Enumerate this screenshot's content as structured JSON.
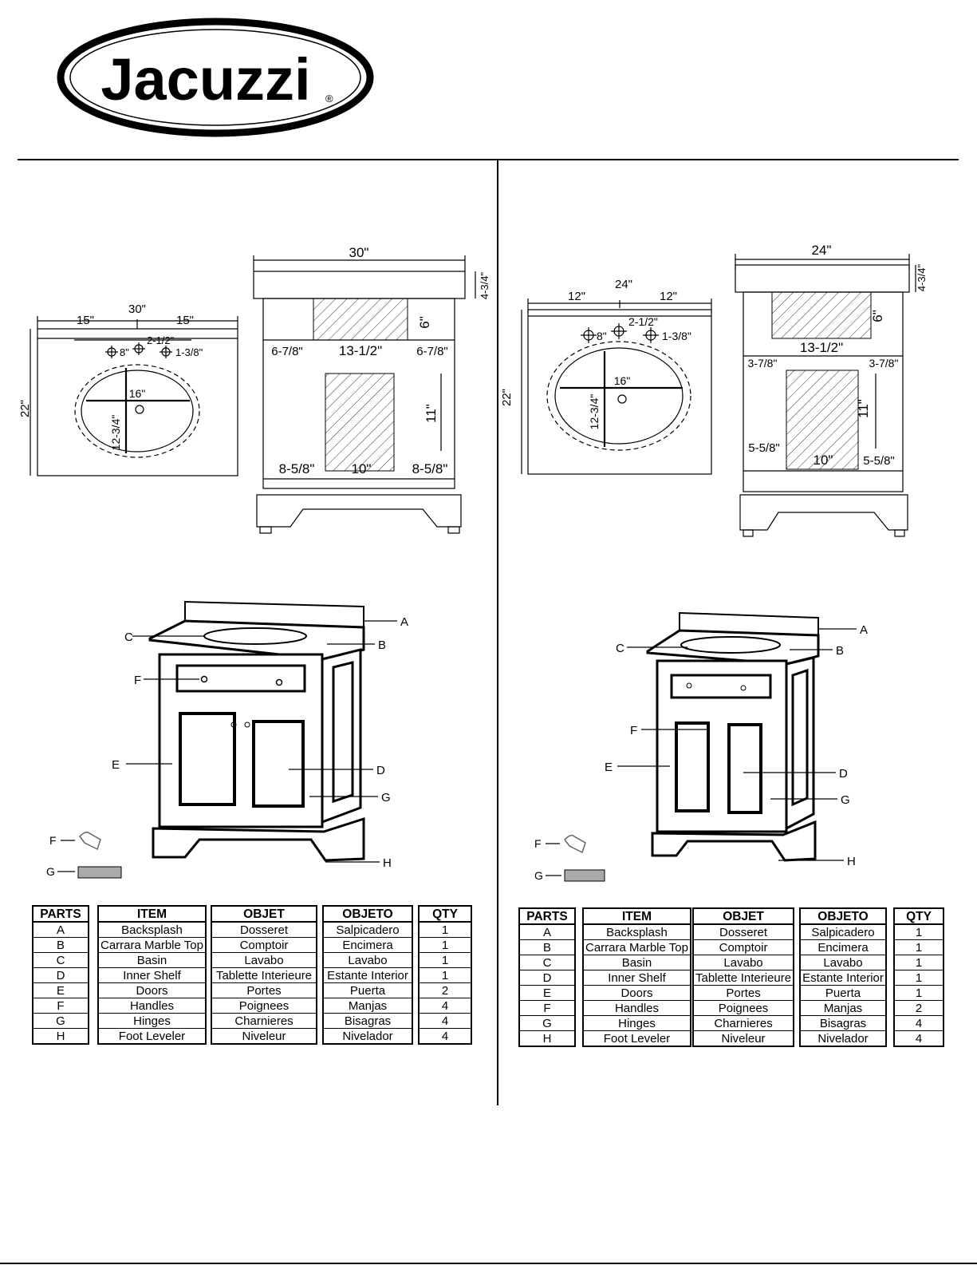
{
  "brand": {
    "logo_text": "Jacuzzi",
    "registered": "®"
  },
  "left": {
    "top_view": {
      "width": "30\"",
      "half_left": "15\"",
      "half_right": "15\"",
      "depth": "22\"",
      "faucet_spread": "8\"",
      "faucet_center": "2-1/2\"",
      "hole": "1-3/8\"",
      "bowl_width": "16\"",
      "bowl_depth": "12-3/4\""
    },
    "front_view": {
      "width": "30\"",
      "top_height": "4-3/4\"",
      "drawer_height": "6\"",
      "side_left": "6-7/8\"",
      "drawer_width": "13-1/2\"",
      "side_right": "6-7/8\"",
      "shelf_height": "11\"",
      "bottom_left": "8-5/8\"",
      "shelf_width": "10\"",
      "bottom_right": "8-5/8\""
    },
    "labels": [
      "A",
      "B",
      "C",
      "D",
      "E",
      "F",
      "G",
      "H"
    ],
    "table": {
      "headers": [
        "PARTS",
        "ITEM",
        "OBJET",
        "OBJETO",
        "QTY"
      ],
      "rows": [
        [
          "A",
          "Backsplash",
          "Dosseret",
          "Salpicadero",
          "1"
        ],
        [
          "B",
          "Carrara Marble Top",
          "Comptoir",
          "Encimera",
          "1"
        ],
        [
          "C",
          "Basin",
          "Lavabo",
          "Lavabo",
          "1"
        ],
        [
          "D",
          "Inner Shelf",
          "Tablette Interieure",
          "Estante Interior",
          "1"
        ],
        [
          "E",
          "Doors",
          "Portes",
          "Puerta",
          "2"
        ],
        [
          "F",
          "Handles",
          "Poignees",
          "Manjas",
          "4"
        ],
        [
          "G",
          "Hinges",
          "Charnieres",
          "Bisagras",
          "4"
        ],
        [
          "H",
          "Foot Leveler",
          "Niveleur",
          "Nivelador",
          "4"
        ]
      ]
    }
  },
  "right": {
    "top_view": {
      "width": "24\"",
      "half_left": "12\"",
      "half_right": "12\"",
      "depth": "22\"",
      "faucet_spread": "8\"",
      "faucet_center": "2-1/2\"",
      "hole": "1-3/8\"",
      "bowl_width": "16\"",
      "bowl_depth": "12-3/4\""
    },
    "front_view": {
      "width": "24\"",
      "top_height": "4-3/4\"",
      "drawer_height": "6\"",
      "side_left": "3-7/8\"",
      "drawer_width": "13-1/2\"",
      "side_right": "3-7/8\"",
      "shelf_height": "11\"",
      "bottom_left": "5-5/8\"",
      "shelf_width": "10\"",
      "bottom_right": "5-5/8\""
    },
    "labels": [
      "A",
      "B",
      "C",
      "D",
      "E",
      "F",
      "G",
      "H"
    ],
    "table": {
      "headers": [
        "PARTS",
        "ITEM",
        "OBJET",
        "OBJETO",
        "QTY"
      ],
      "rows": [
        [
          "A",
          "Backsplash",
          "Dosseret",
          "Salpicadero",
          "1"
        ],
        [
          "B",
          "Carrara Marble Top",
          "Comptoir",
          "Encimera",
          "1"
        ],
        [
          "C",
          "Basin",
          "Lavabo",
          "Lavabo",
          "1"
        ],
        [
          "D",
          "Inner Shelf",
          "Tablette Interieure",
          "Estante Interior",
          "1"
        ],
        [
          "E",
          "Doors",
          "Portes",
          "Puerta",
          "1"
        ],
        [
          "F",
          "Handles",
          "Poignees",
          "Manjas",
          "2"
        ],
        [
          "G",
          "Hinges",
          "Charnieres",
          "Bisagras",
          "4"
        ],
        [
          "H",
          "Foot Leveler",
          "Niveleur",
          "Nivelador",
          "4"
        ]
      ]
    }
  }
}
